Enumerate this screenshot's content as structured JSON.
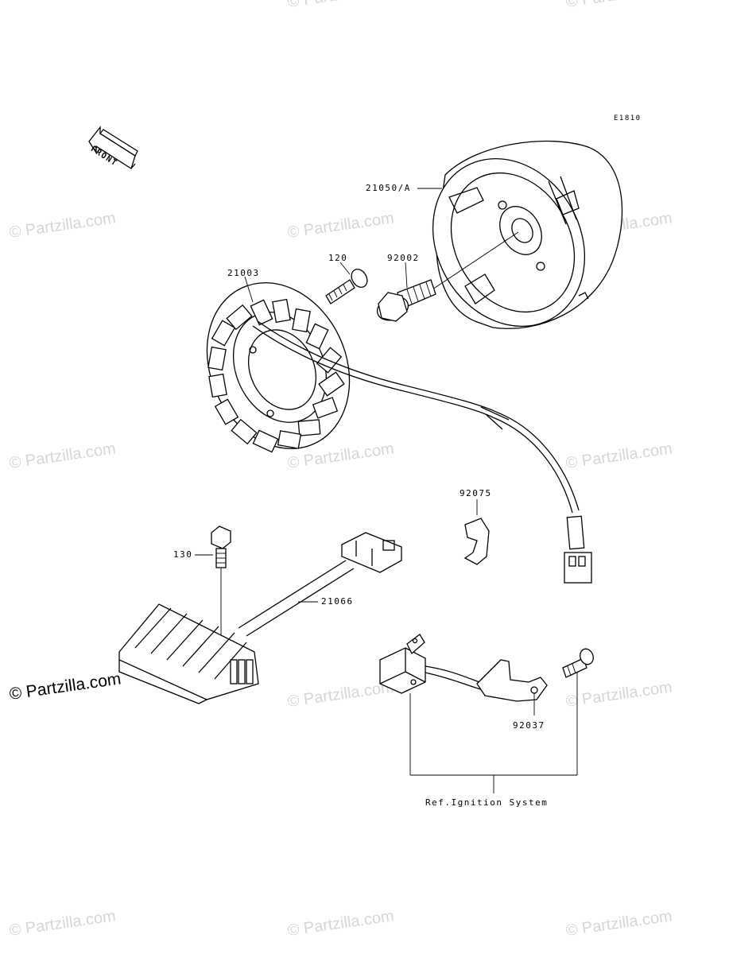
{
  "diagram": {
    "code": "E1810",
    "front_label": "FRONT",
    "reference_label": "Ref.Ignition System",
    "parts": [
      {
        "id": "flywheel",
        "number": "21050/A"
      },
      {
        "id": "stator",
        "number": "21003"
      },
      {
        "id": "bolt-small",
        "number": "120"
      },
      {
        "id": "flange-bolt",
        "number": "92002"
      },
      {
        "id": "clamp",
        "number": "92075"
      },
      {
        "id": "regulator-bolt",
        "number": "130"
      },
      {
        "id": "regulator",
        "number": "21066"
      },
      {
        "id": "pickup-bolt",
        "number": "92037"
      }
    ]
  },
  "watermark": {
    "text": "© Partzilla.com"
  }
}
